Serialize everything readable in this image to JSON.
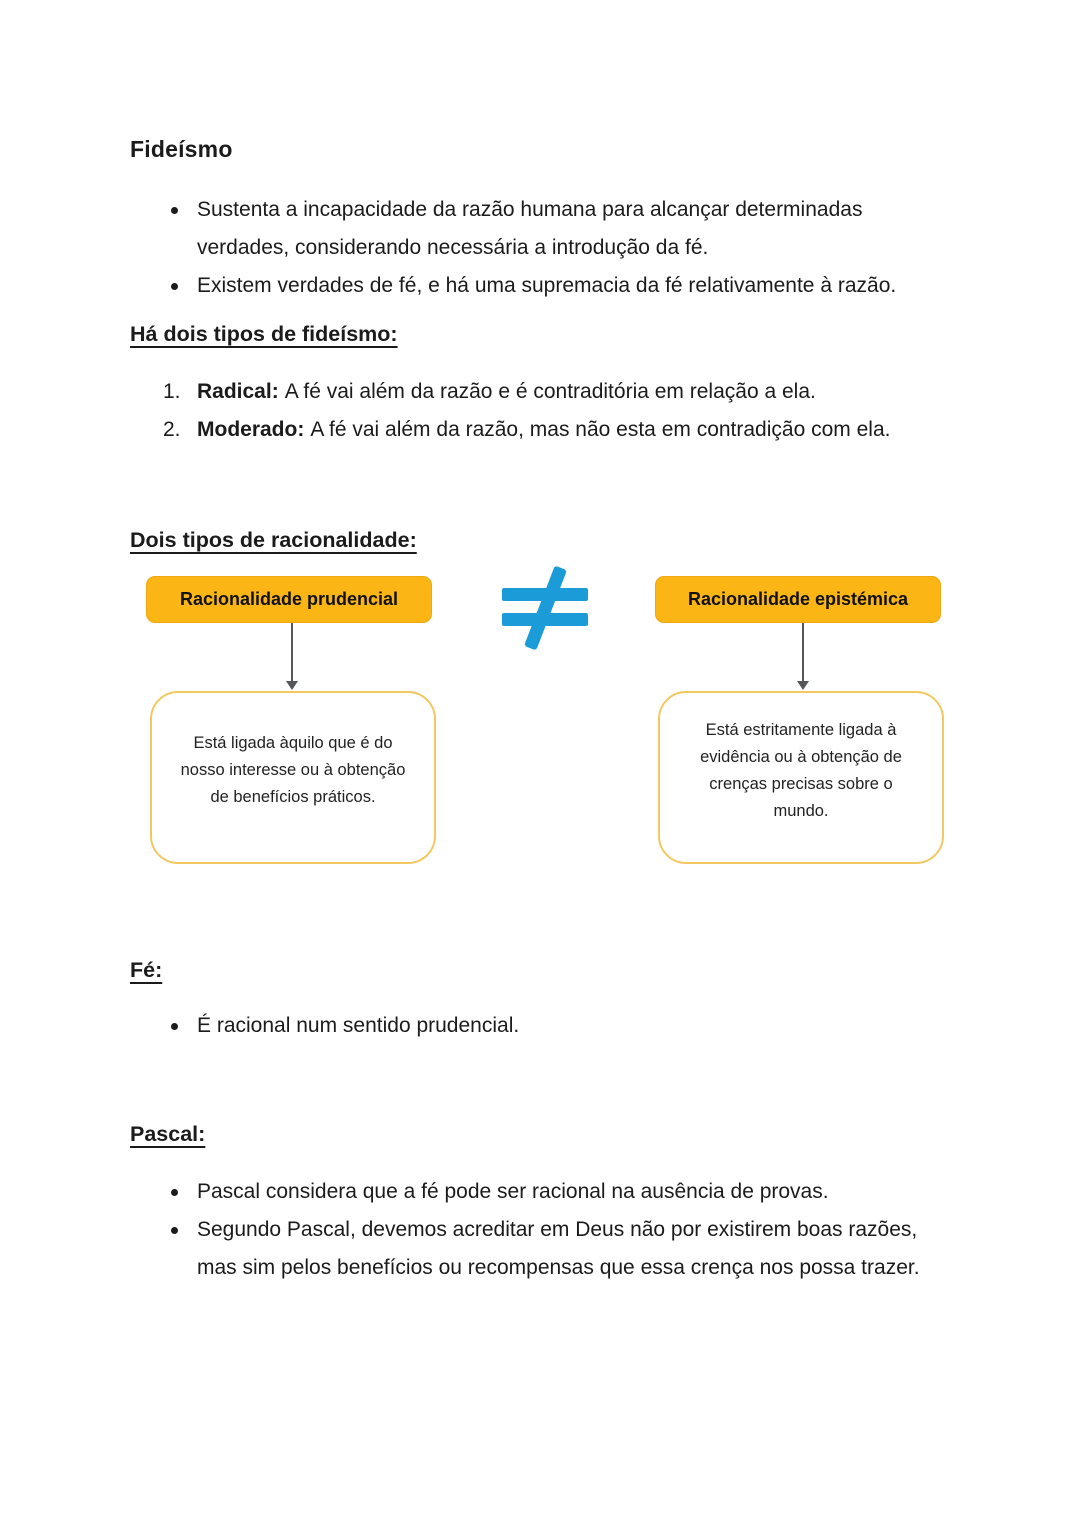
{
  "doc": {
    "title": "Fideísmo",
    "intro_bullets": [
      "Sustenta a incapacidade da razão humana para alcançar determinadas verdades, considerando necessária a introdução da fé.",
      "Existem verdades de fé, e há uma supremacia da fé relativamente à razão."
    ],
    "fideismo_types": {
      "heading": "Há dois tipos de fideísmo:",
      "items": [
        {
          "number": "1.",
          "term": "Radical:",
          "rest": "A fé vai além da razão e é contraditória em relação a ela."
        },
        {
          "number": "2.",
          "term": "Moderado:",
          "rest": "A fé vai além da razão, mas não esta em contradição com ela."
        }
      ]
    },
    "rationality": {
      "heading": "Dois tipos de racionalidade:",
      "relation_icon": "not-equal",
      "left": {
        "header": "Racionalidade prudencial",
        "body": "Está ligada àquilo que é do nosso interesse ou à obtenção de benefícios práticos."
      },
      "right": {
        "header": "Racionalidade epistémica",
        "body": "Está estritamente ligada à evidência ou à obtenção de crenças precisas sobre o mundo."
      }
    },
    "fe": {
      "heading": "Fé:",
      "bullets": [
        "É racional num sentido prudencial."
      ]
    },
    "pascal": {
      "heading": "Pascal:",
      "bullets": [
        "Pascal considera que a fé pode ser racional na ausência de provas.",
        "Segundo Pascal, devemos acreditar em Deus não por existirem boas razões, mas sim pelos benefícios ou recompensas que essa crença nos possa trazer."
      ]
    },
    "colors": {
      "header_box_fill": "#FBB615",
      "header_box_border": "#EFA714",
      "info_box_border": "#F2C862",
      "not_equal_blue": "#1B9CD9",
      "arrow_gray": "#55575B",
      "text": "#1B1B1B"
    }
  }
}
